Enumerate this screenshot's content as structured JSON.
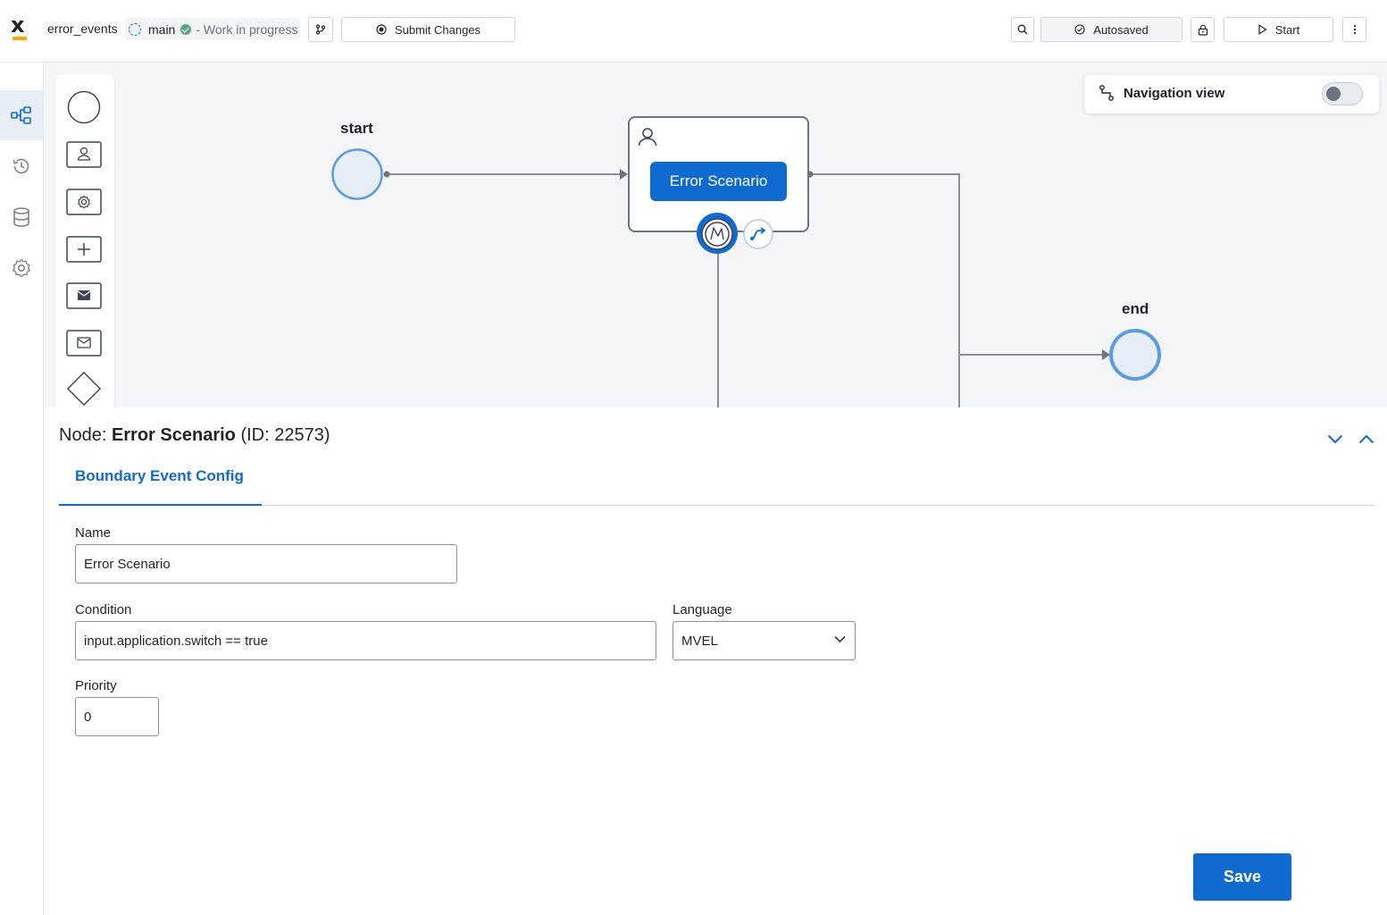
{
  "header": {
    "process_name": "error_events",
    "branch": "main",
    "status": "- Work in progress",
    "submit_label": "Submit Changes",
    "autosaved_label": "Autosaved",
    "start_label": "Start"
  },
  "sidebar": {
    "items": [
      {
        "icon": "process-diagram-icon",
        "active": true
      },
      {
        "icon": "history-icon",
        "active": false
      },
      {
        "icon": "database-icon",
        "active": false
      },
      {
        "icon": "gear-icon",
        "active": false
      }
    ]
  },
  "palette": {
    "items": [
      "start-event-icon",
      "user-task-icon",
      "service-task-icon",
      "subprocess-icon",
      "send-message-icon",
      "receive-message-icon",
      "gateway-icon"
    ]
  },
  "canvas": {
    "navigation_view_label": "Navigation view",
    "navigation_view_on": false,
    "start_label": "start",
    "end_label": "end",
    "task_label": "Error Scenario"
  },
  "panel": {
    "node_prefix": "Node: ",
    "node_name": "Error Scenario",
    "node_id": "(ID: 22573)",
    "tab_label": "Boundary Event Config",
    "name_label": "Name",
    "name_value": "Error Scenario",
    "condition_label": "Condition",
    "condition_value": "input.application.switch == true",
    "language_label": "Language",
    "language_value": "MVEL",
    "priority_label": "Priority",
    "priority_value": "0",
    "save_label": "Save"
  },
  "colors": {
    "accent": "#0f6bd0",
    "event_fill": "#e6eef8",
    "event_stroke": "#5b9be0",
    "connector": "#8a9096"
  }
}
